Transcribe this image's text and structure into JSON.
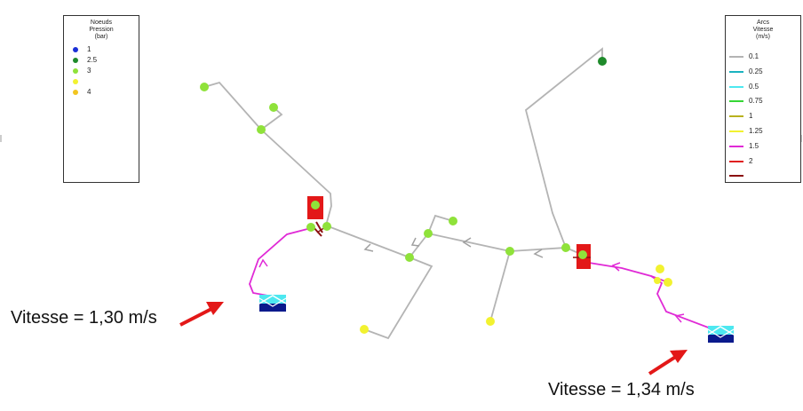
{
  "legend_nodes": {
    "title": [
      "Noeuds",
      "Pression",
      "(bar)"
    ],
    "items": [
      {
        "label": "1",
        "color": "#1a2fd6"
      },
      {
        "label": "2.5",
        "color": "#1e8a2a"
      },
      {
        "label": "3",
        "color": "#8fe23a"
      },
      {
        "label": "",
        "color": "#f2f230"
      },
      {
        "label": "4",
        "color": "#f2c520"
      }
    ]
  },
  "legend_arcs": {
    "title": [
      "Arcs",
      "Vitesse",
      "(m/s)"
    ],
    "items": [
      {
        "label": "0.1",
        "color": "#b4b4b4"
      },
      {
        "label": "0.25",
        "color": "#1bb3c0"
      },
      {
        "label": "0.5",
        "color": "#4de8f0"
      },
      {
        "label": "0.75",
        "color": "#36d636"
      },
      {
        "label": "1",
        "color": "#b8b11e"
      },
      {
        "label": "1.25",
        "color": "#f2f230"
      },
      {
        "label": "1.5",
        "color": "#e02ad6"
      },
      {
        "label": "2",
        "color": "#e02020"
      },
      {
        "label": "",
        "color": "#8b1010"
      }
    ]
  },
  "callouts": {
    "left": "Vitesse = 1,30 m/s",
    "right": "Vitesse = 1,34 m/s"
  },
  "colors": {
    "pipe_low": "#b4b4b4",
    "pipe_fast": "#e02ad6",
    "node_light_green": "#8fe23a",
    "node_dark_green": "#1e8a2a",
    "node_yellow": "#f2f230",
    "pump_red": "#e31818",
    "arrow_red": "#e31818",
    "reservoir_cyan": "#4de8f0",
    "reservoir_navy": "#0a1a8c"
  }
}
